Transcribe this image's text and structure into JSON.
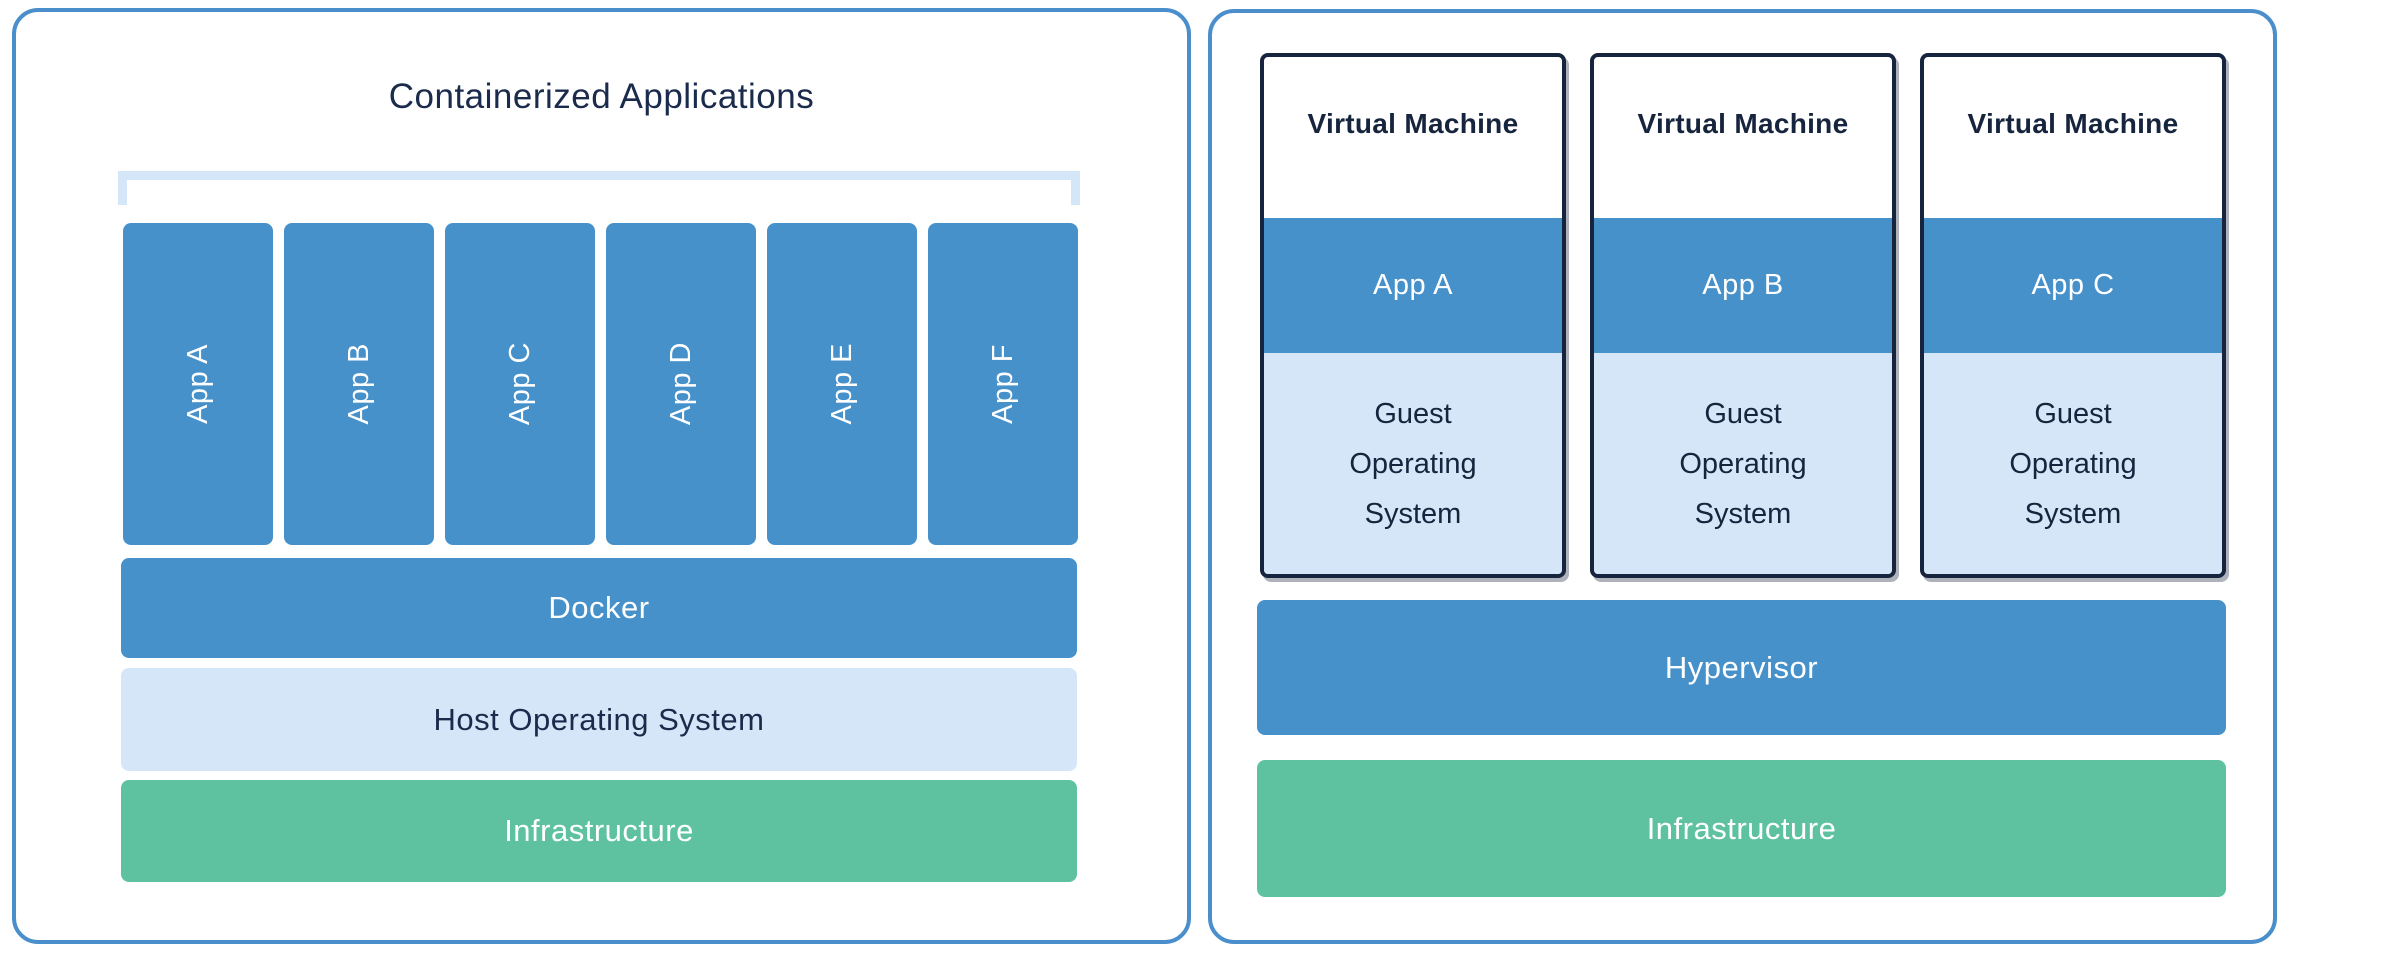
{
  "left_panel": {
    "title": "Containerized Applications",
    "apps": [
      "App A",
      "App B",
      "App C",
      "App D",
      "App E",
      "App F"
    ],
    "docker_label": "Docker",
    "host_os_label": "Host Operating System",
    "infrastructure_label": "Infrastructure"
  },
  "right_panel": {
    "vms": [
      {
        "title": "Virtual Machine",
        "app": "App A",
        "guest_os": "Guest Operating System"
      },
      {
        "title": "Virtual Machine",
        "app": "App B",
        "guest_os": "Guest Operating System"
      },
      {
        "title": "Virtual Machine",
        "app": "App C",
        "guest_os": "Guest Operating System"
      }
    ],
    "hypervisor_label": "Hypervisor",
    "infrastructure_label": "Infrastructure"
  },
  "colors": {
    "accent_blue": "#4791CB",
    "light_blue": "#D4E6F7",
    "green": "#5EC2A1",
    "panel_border_blue": "#4A8FCC",
    "dark_navy": "#16243D"
  }
}
